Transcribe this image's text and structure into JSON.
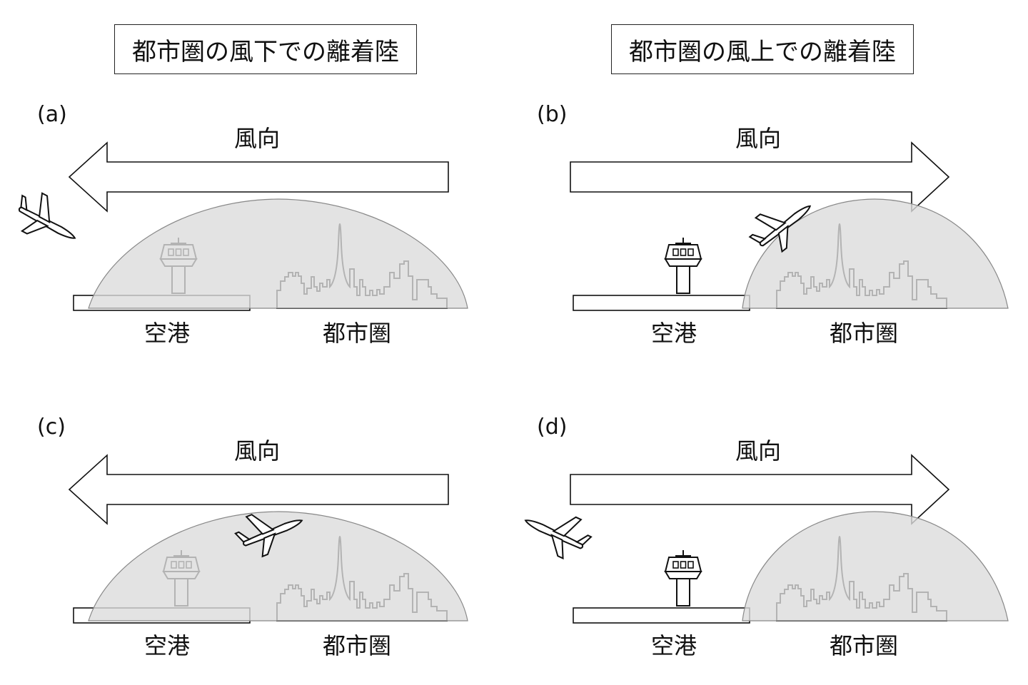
{
  "headers": {
    "downwind": "都市圏の風下での離着陸",
    "upwind": "都市圏の風上での離着陸"
  },
  "panels": [
    {
      "id": "a",
      "letter": "(a)",
      "wind_label": "風向",
      "wind_direction": "left",
      "plume": "wide",
      "aircraft": "landing-outside-left",
      "airport_label": "空港",
      "city_label": "都市圏"
    },
    {
      "id": "b",
      "letter": "(b)",
      "wind_label": "風向",
      "wind_direction": "right",
      "plume": "city-downwind",
      "aircraft": "climbing-into-plume",
      "airport_label": "空港",
      "city_label": "都市圏"
    },
    {
      "id": "c",
      "letter": "(c)",
      "wind_label": "風向",
      "wind_direction": "left",
      "plume": "wide",
      "aircraft": "inside-plume",
      "airport_label": "空港",
      "city_label": "都市圏"
    },
    {
      "id": "d",
      "letter": "(d)",
      "wind_label": "風向",
      "wind_direction": "right",
      "plume": "city-downwind",
      "aircraft": "outside-left",
      "airport_label": "空港",
      "city_label": "都市圏"
    }
  ],
  "colors": {
    "plume_fill": "#dcdcdc",
    "plume_stroke": "#888888",
    "outline": "#111111",
    "background": "#ffffff"
  }
}
